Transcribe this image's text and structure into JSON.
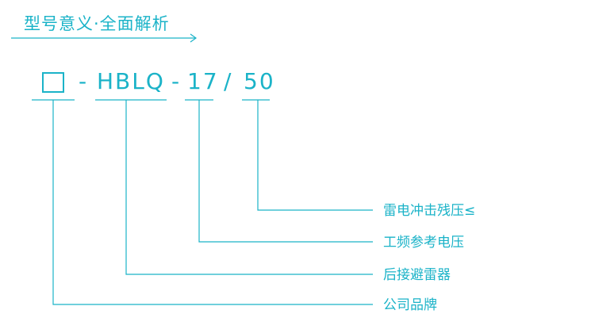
{
  "title": "型号意义·全面解析",
  "model": {
    "dash1": "-",
    "series": "HBLQ",
    "dash2": "-",
    "voltage": "17",
    "slash": "/",
    "current": "50"
  },
  "labels": [
    "雷电冲击残压≤",
    "工频参考电压",
    "后接避雷器",
    "公司品牌"
  ],
  "colors": {
    "accent": "#1bb3c8"
  }
}
